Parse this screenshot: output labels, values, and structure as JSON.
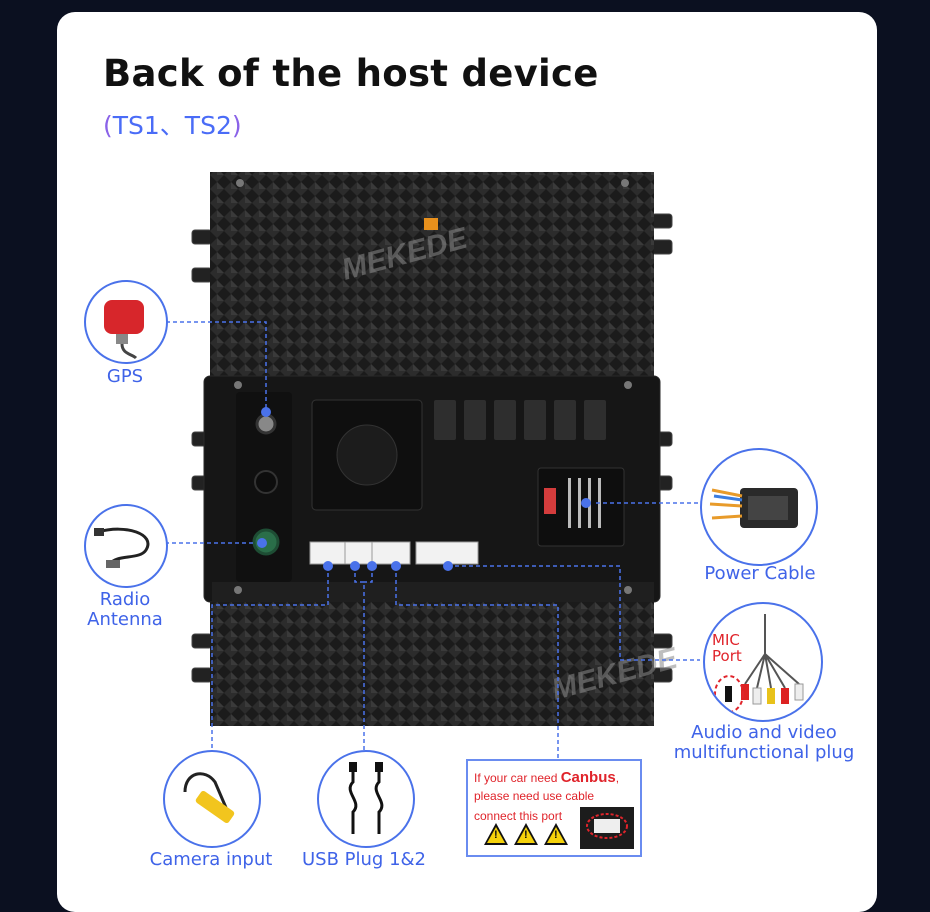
{
  "header": {
    "title": "Back of the host device",
    "subtitle_paren_open": "(",
    "subtitle_models": "TS1、TS2",
    "subtitle_paren_close": ")"
  },
  "watermark": "MEKEDE",
  "callouts": {
    "gps": "GPS",
    "radio_line1": "Radio",
    "radio_line2": "Antenna",
    "power": "Power Cable",
    "mic_line1": "MIC",
    "mic_line2": "Port",
    "audio_line1": "Audio and video",
    "audio_line2": "multifunctional plug",
    "camera": "Camera input",
    "usb": "USB Plug 1&2"
  },
  "canbus_note": {
    "line1_prefix": "If your car need ",
    "line1_emphasis": "Canbus",
    "line1_suffix": ",",
    "line2": "please need use cable",
    "line3": "connect this port"
  },
  "colors": {
    "background": "#0b1020",
    "card": "#ffffff",
    "accent_blue": "#3f63e8",
    "subtitle_paren": "#8a62e8",
    "warning_red": "#e0242b"
  }
}
